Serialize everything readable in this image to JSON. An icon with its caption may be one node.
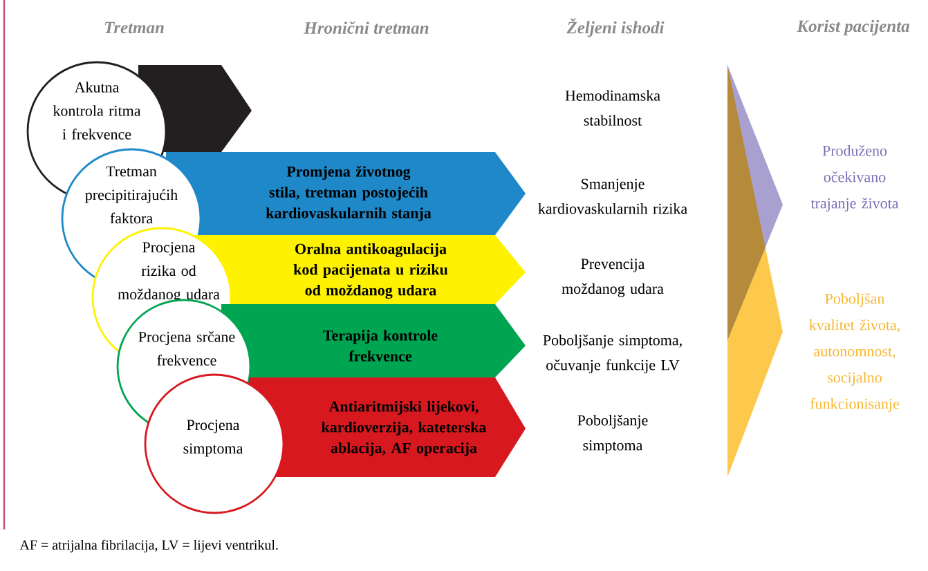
{
  "diagram": {
    "caption": "AF = atrijalna fibrilacija, LV = lijevi ventrikul.",
    "nodes": [
      {
        "text": [
          "Akutna kontrola ritma i frekvence"
        ]
      },
      {
        "text": [],
        "shape": "arrow"
      },
      {
        "text": [
          "Tretman precipitirajućih faktora"
        ]
      },
      {
        "text": [
          "Promjena životnog stila, tretman postojećih kardiovaskularnih stanja"
        ]
      },
      {
        "text": [
          "Procjena rizika od moždanog udara"
        ]
      },
      {
        "text": [
          "Oralna antikoagulacija kod pacijenata u riziku od moždanog udara"
        ]
      },
      {
        "text": [
          "Procjena srčane frekvence"
        ]
      },
      {
        "text": [
          "Terapija kontrole frekvence"
        ]
      },
      {
        "text": [
          "Procjena simptoma"
        ]
      },
      {
        "text": [
          "Antiaritmijski lijekovi, kardioverzija, kateterska ablacija, AF operacija"
        ]
      }
    ],
    "edges": [],
    "labels": [
      "Tretman",
      "Hronični tretman",
      "Željeni ishodi",
      "Korist pacijenta",
      "Hemodinamska stabilnost",
      "Smanjenje kardiovaskularnih rizika",
      "Prevencija moždanog udara",
      "Poboljšanje simptoma, očuvanje funkcije LV",
      "Poboljšanje simptoma",
      "Produženo očekivano trajanje života",
      "Poboljšan kvalitet života, autonomnost, socijalno funkcionisanje"
    ]
  }
}
